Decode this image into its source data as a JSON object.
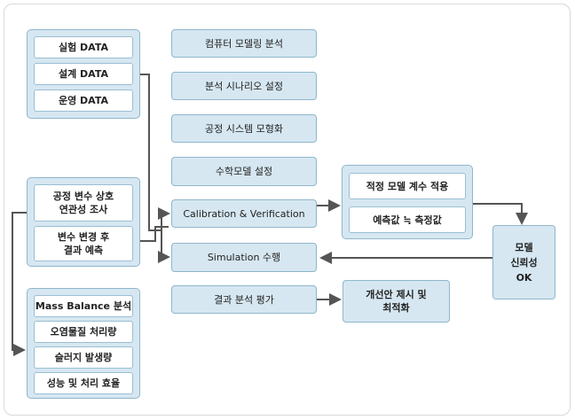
{
  "inputs_group": {
    "items": [
      "실험 DATA",
      "설계 DATA",
      "운영 DATA"
    ]
  },
  "analysis_group": {
    "items": [
      "공정 변수 상호\n연관성 조사",
      "변수 변경 후\n결과 예측"
    ]
  },
  "output_group": {
    "items": [
      "Mass Balance 분석",
      "오염물질 처리량",
      "슬러지 발생량",
      "성능 및 처리 효율"
    ]
  },
  "steps": {
    "modeling": "컴퓨터 모델링 분석",
    "scenario": "분석 시나리오 설정",
    "process_model": "공정 시스템 모형화",
    "math_model": "수학모델 설정",
    "calibration": "Calibration & Verification",
    "simulation": "Simulation 수행",
    "evaluation": "결과 분석 평가"
  },
  "calibration_group": {
    "items": [
      "적정 모델 계수 적용",
      "예측값 ≒ 측정값"
    ]
  },
  "model_ok": "모델\n신뢰성\nOK",
  "improvement": "개선안 제시 및\n최적화",
  "colors": {
    "box_fill": "#d6e7f1",
    "box_border": "#8fb6cc",
    "arrow": "#555555"
  }
}
